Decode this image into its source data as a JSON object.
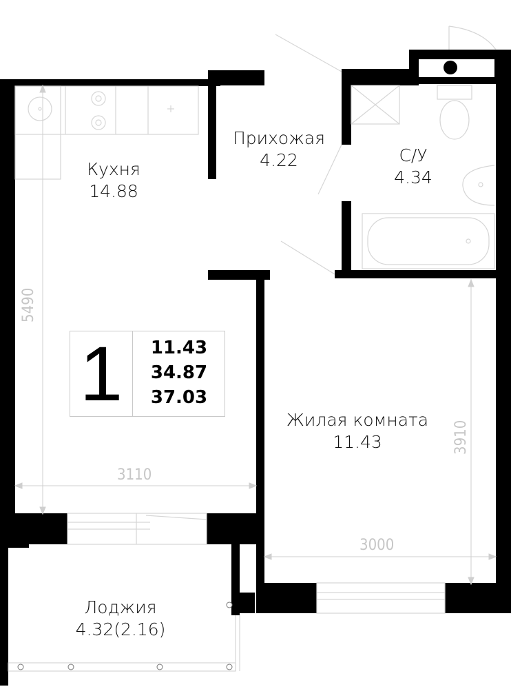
{
  "rooms": {
    "kitchen": {
      "name": "Кухня",
      "area": "14.88"
    },
    "hallway": {
      "name": "Прихожая",
      "area": "4.22"
    },
    "bathroom": {
      "name": "С/У",
      "area": "4.34"
    },
    "living": {
      "name": "Жилая комната",
      "area": "11.43"
    },
    "loggia": {
      "name": "Лоджия",
      "area": "4.32(2.16)"
    }
  },
  "summary": {
    "rooms_count": "1",
    "living_area": "11.43",
    "total_area": "34.87",
    "total_with_loggia": "37.03"
  },
  "dimensions": {
    "kitchen_height": "5490",
    "kitchen_width": "3110",
    "living_height": "3910",
    "living_width": "3000"
  },
  "colors": {
    "wall": "#000000",
    "fixture_line": "#d6d6d6",
    "dimension": "#c6c6c6"
  }
}
